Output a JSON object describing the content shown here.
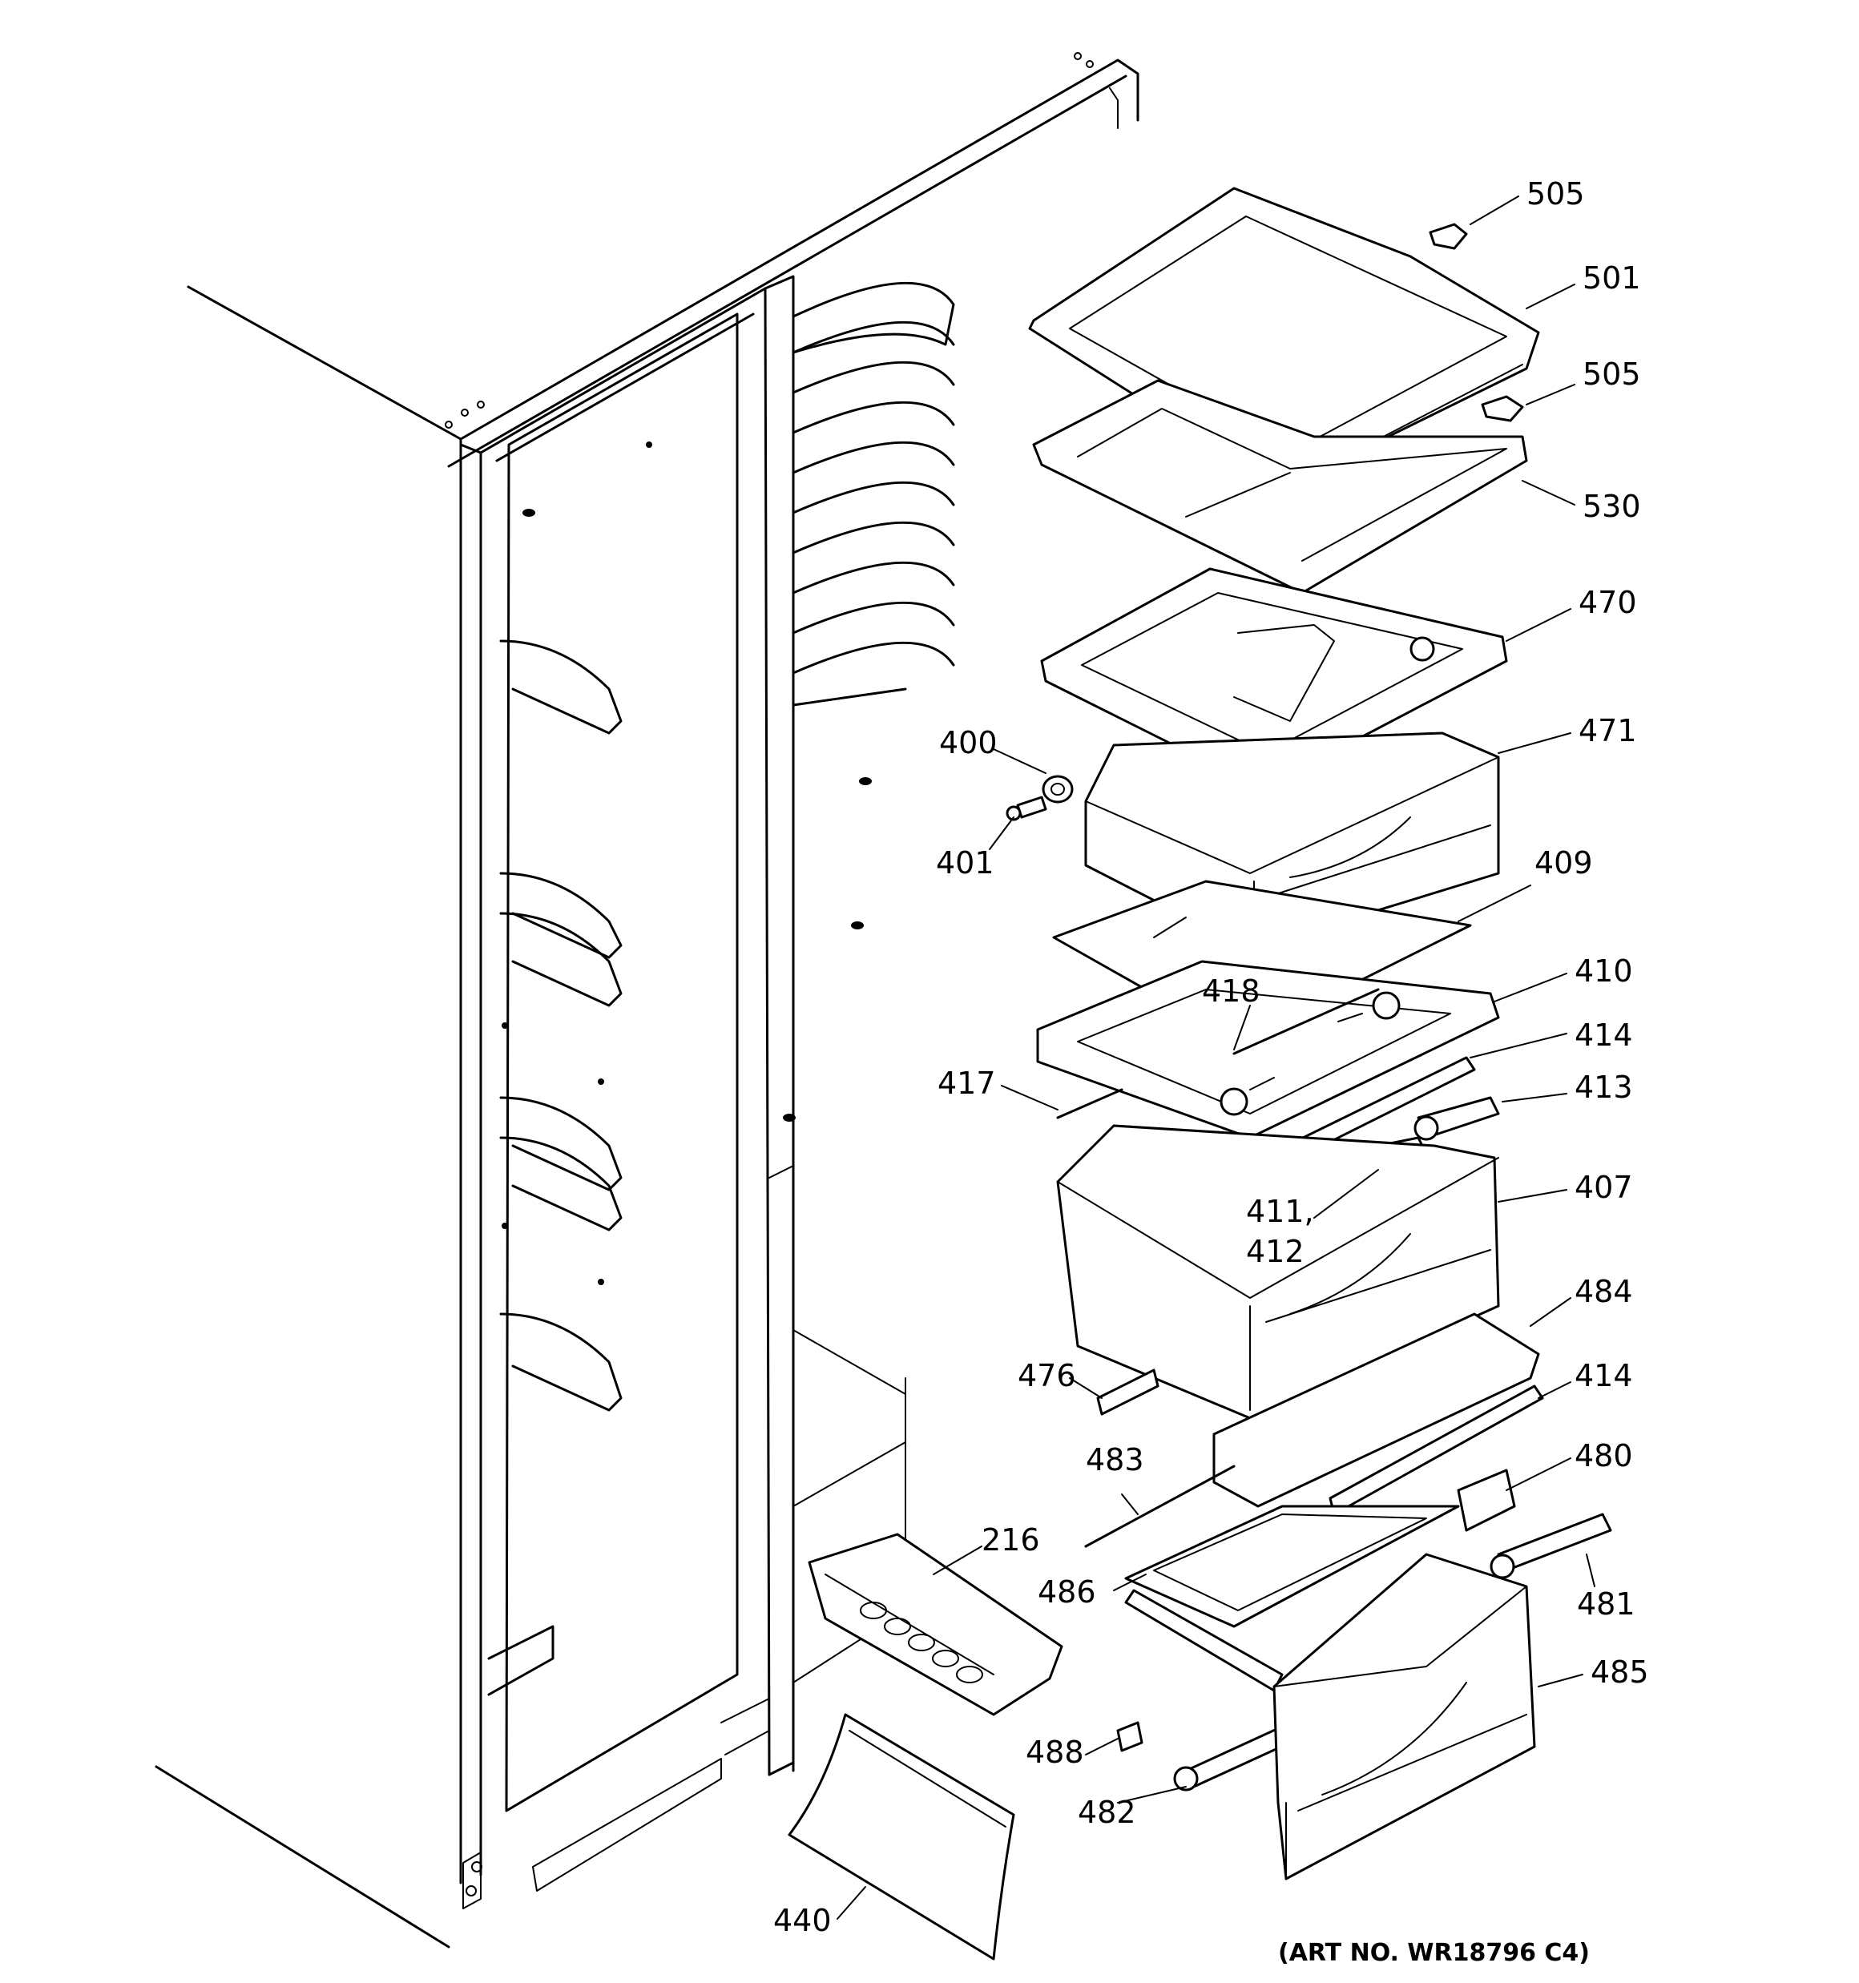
{
  "labels": {
    "505a": "505",
    "501": "501",
    "505b": "505",
    "530": "530",
    "470": "470",
    "471": "471",
    "400": "400",
    "401": "401",
    "409": "409",
    "410": "410",
    "418": "418",
    "414a": "414",
    "417": "417",
    "413": "413",
    "407": "407",
    "411": "411,",
    "412": "412",
    "484": "484",
    "476": "476",
    "414b": "414",
    "483": "483",
    "480": "480",
    "216": "216",
    "486": "486",
    "481": "481",
    "485": "485",
    "488": "488",
    "482": "482",
    "440": "440"
  },
  "art_number": "(ART NO. WR18796 C4)"
}
